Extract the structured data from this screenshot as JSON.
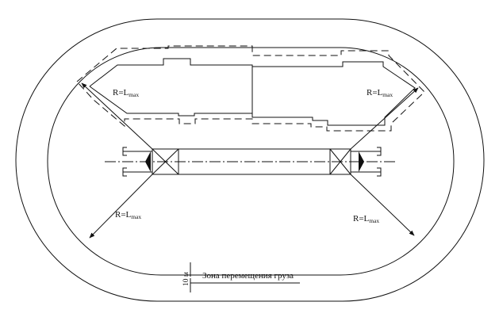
{
  "labels": {
    "radius_prefix": "R=L",
    "radius_subscript": "max",
    "zone_label": "Зона перемещения груза",
    "distance_label": "10 м"
  },
  "colors": {
    "line": "#111111",
    "background": "#ffffff"
  }
}
